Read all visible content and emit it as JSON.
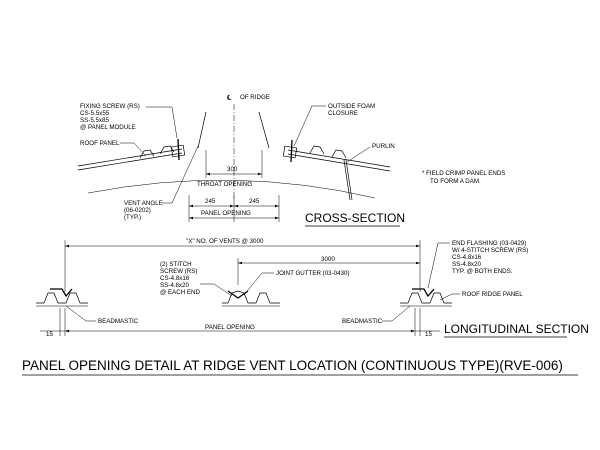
{
  "cross_section": {
    "centerline_label": "OF RIDGE",
    "centerline_symbol": "℄",
    "fixing_screw": [
      "FIXING SCREW (RS)",
      "CS-5.5x55",
      "SS-5.5x85",
      "@ PANEL MODULE"
    ],
    "roof_panel_label": "ROOF PANEL",
    "outside_foam": [
      "OUTSIDE FOAM",
      "CLOSURE"
    ],
    "purlin_label": "PURLIN",
    "field_crimp_note": [
      "* FIELD CRIMP PANEL ENDS",
      "TO FORM A DAM."
    ],
    "dim_300": "300",
    "throat_opening": "THROAT OPENING",
    "dim_245_left": "245",
    "dim_245_right": "245",
    "panel_opening": "PANEL OPENING",
    "vent_angle": [
      "VENT ANGLE",
      "(06-0202)",
      "(TYP.)"
    ],
    "title": "CROSS-SECTION"
  },
  "longitudinal": {
    "vents_dim": "\"X\" NO. OF VENTS @ 3000",
    "end_flashing": [
      "END FLASHING (03-0429)",
      "W/ 4-STITCH SCREW (RS)",
      "CS-4.8x16",
      "SS-4.8x20",
      "TYP. @ BOTH ENDS."
    ],
    "stitch_screw": [
      "(2) STITCH",
      "SCREW (RS)",
      "CS-4.8x16",
      "SS-4.8x20",
      "@ EACH END"
    ],
    "joint_gutter": "JOINT GUTTER (03-0430)",
    "dim_3000": "3000",
    "roof_ridge_panel": "ROOF RIDGE PANEL",
    "beadmastic_left": "BEADMASTIC",
    "beadmastic_right": "BEADMASTIC",
    "panel_opening": "PANEL OPENING",
    "dim_15_left": "15",
    "dim_15_right": "15",
    "title": "LONGITUDINAL SECTION"
  },
  "main_title": "PANEL OPENING DETAIL AT RIDGE VENT LOCATION (CONTINUOUS TYPE)(RVE-006)"
}
